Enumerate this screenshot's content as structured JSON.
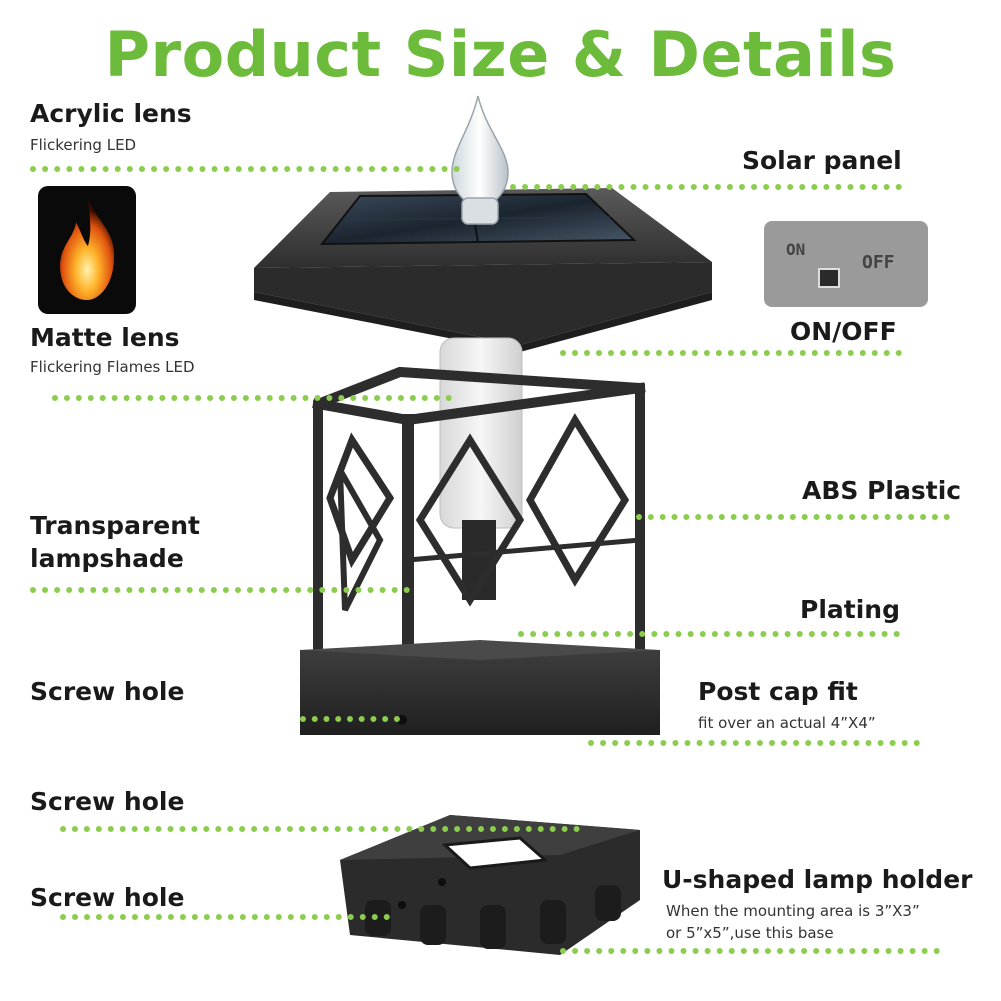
{
  "title": "Product Size & Details",
  "labels": {
    "acrylic_lens": "Acrylic lens",
    "acrylic_lens_sub": "Flickering LED",
    "matte_lens": "Matte lens",
    "matte_lens_sub": "Flickering Flames LED",
    "transparent_1": "Transparent",
    "transparent_2": "lampshade",
    "screw_hole_1": "Screw hole",
    "screw_hole_2": "Screw hole",
    "screw_hole_3": "Screw hole",
    "solar_panel": "Solar panel",
    "on_off": "ON/OFF",
    "abs_plastic": "ABS Plastic",
    "plating": "Plating",
    "post_cap_fit": "Post cap fit",
    "post_cap_fit_sub": "fit over an actual 4”X4”",
    "u_holder": "U-shaped lamp holder",
    "u_holder_sub_1": "When the mounting area is 3”X3”",
    "u_holder_sub_2": "or 5”x5”,use this base"
  },
  "switch": {
    "on": "ON",
    "off": "OFF"
  },
  "colors": {
    "accent": "#6dbb3a",
    "dots": "#8ccc4e",
    "text": "#1a1a1a",
    "lamp": "#3a3a3a"
  },
  "icons": {
    "flame": "flame-icon",
    "switch": "toggle-switch-icon"
  }
}
